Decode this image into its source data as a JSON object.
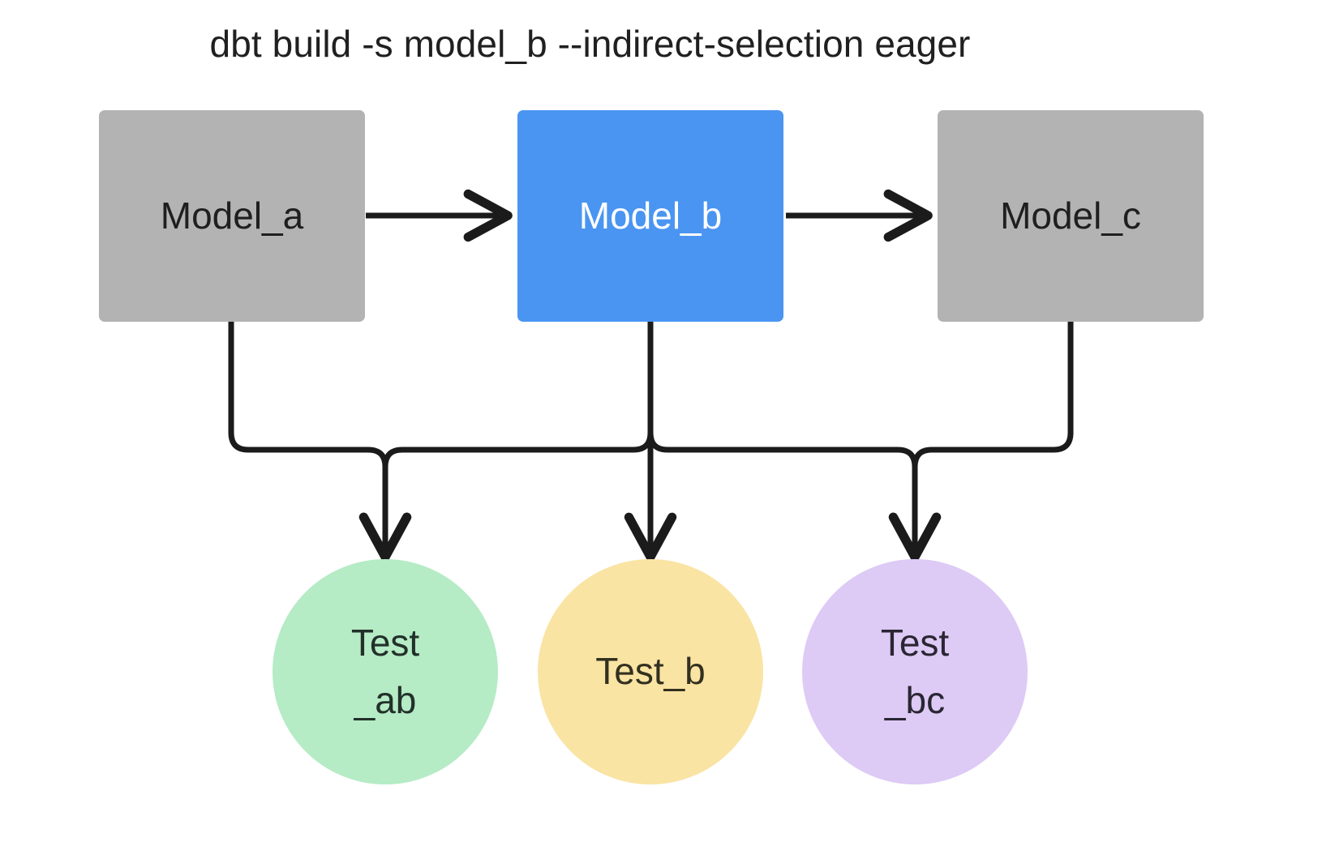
{
  "diagram": {
    "title": "dbt build -s model_b --indirect-selection eager",
    "type": "dag",
    "colors": {
      "background": "#ffffff",
      "model_default": "#b3b3b3",
      "model_selected": "#4a95f2",
      "test_ab": "#b5ebc5",
      "test_b": "#f9e4a4",
      "test_bc": "#ddcaf5",
      "edge": "#1b1b1b",
      "text_dark": "#1f1f1f",
      "text_light": "#ffffff"
    },
    "models": [
      {
        "id": "model_a",
        "label": "Model_a",
        "shape": "rectangle",
        "fill": "#b3b3b3",
        "selected": false
      },
      {
        "id": "model_b",
        "label": "Model_b",
        "shape": "rectangle",
        "fill": "#4a95f2",
        "selected": true
      },
      {
        "id": "model_c",
        "label": "Model_c",
        "shape": "rectangle",
        "fill": "#b3b3b3",
        "selected": false
      }
    ],
    "tests": [
      {
        "id": "test_ab",
        "line1": "Test",
        "line2": "_ab",
        "shape": "circle",
        "fill": "#b5ebc5"
      },
      {
        "id": "test_b",
        "line1": "Test_b",
        "line2": "",
        "shape": "circle",
        "fill": "#f9e4a4"
      },
      {
        "id": "test_bc",
        "line1": "Test",
        "line2": "_bc",
        "shape": "circle",
        "fill": "#ddcaf5"
      }
    ],
    "edges": [
      {
        "from": "model_a",
        "to": "model_b",
        "style": "arrow"
      },
      {
        "from": "model_b",
        "to": "model_c",
        "style": "arrow"
      },
      {
        "from": "model_a",
        "to": "test_ab",
        "style": "arrow"
      },
      {
        "from": "model_b",
        "to": "test_ab",
        "style": "arrow"
      },
      {
        "from": "model_b",
        "to": "test_b",
        "style": "arrow"
      },
      {
        "from": "model_b",
        "to": "test_bc",
        "style": "arrow"
      },
      {
        "from": "model_c",
        "to": "test_bc",
        "style": "arrow"
      }
    ]
  }
}
